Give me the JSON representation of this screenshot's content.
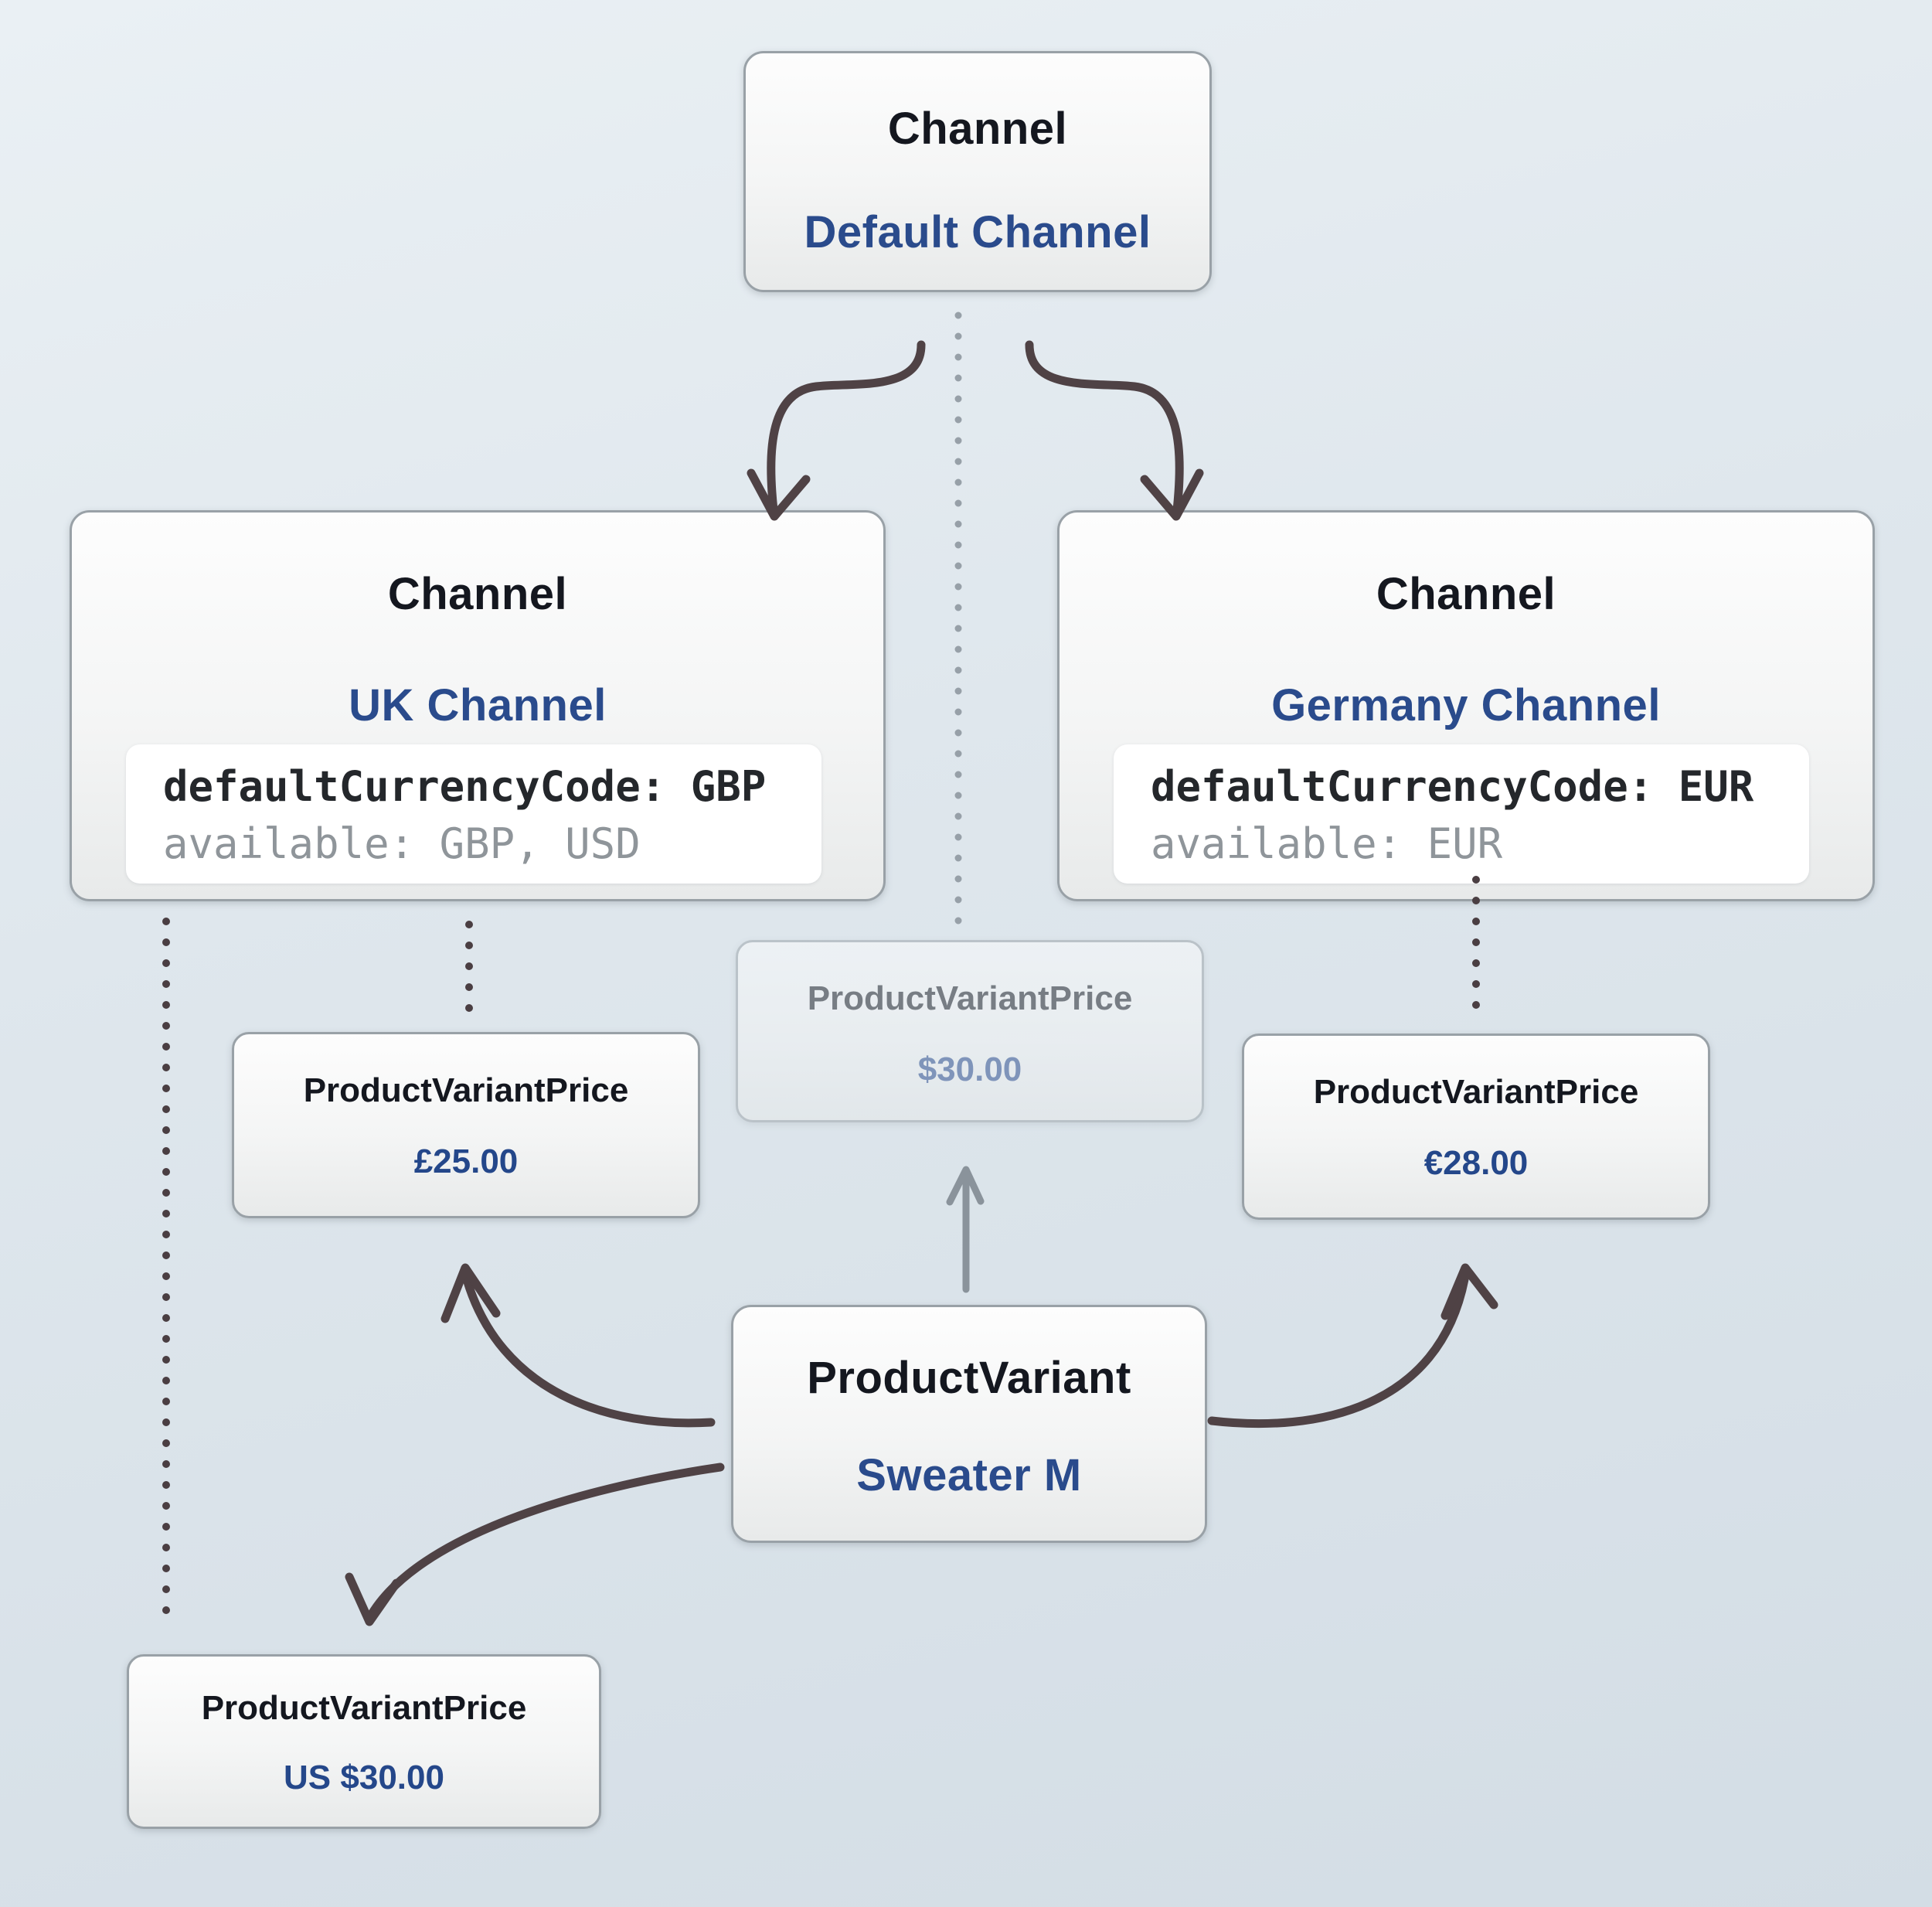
{
  "colors": {
    "accent_blue": "#2a4b8c",
    "title_dark": "#14171f",
    "arrow_dark": "#4f4245",
    "arrow_gray": "#8a939b",
    "dotted_center_gray": "#97a0a8",
    "code_muted_gray": "#8f959a",
    "node_border": "#99a1a7"
  },
  "nodes": {
    "default_channel": {
      "type": "Channel",
      "name": "Default Channel"
    },
    "uk_channel": {
      "type": "Channel",
      "name": "UK Channel",
      "code": {
        "line1": "defaultCurrencyCode: GBP",
        "line2": "available: GBP, USD"
      }
    },
    "germany_channel": {
      "type": "Channel",
      "name": "Germany Channel",
      "code": {
        "line1": "defaultCurrencyCode: EUR",
        "line2": "available: EUR"
      }
    },
    "default_price": {
      "type": "ProductVariantPrice",
      "value": "$30.00"
    },
    "uk_price": {
      "type": "ProductVariantPrice",
      "value": "£25.00"
    },
    "germany_price": {
      "type": "ProductVariantPrice",
      "value": "€28.00"
    },
    "usd_price": {
      "type": "ProductVariantPrice",
      "value": "US $30.00"
    },
    "product_variant": {
      "type": "ProductVariant",
      "name": "Sweater M"
    }
  }
}
